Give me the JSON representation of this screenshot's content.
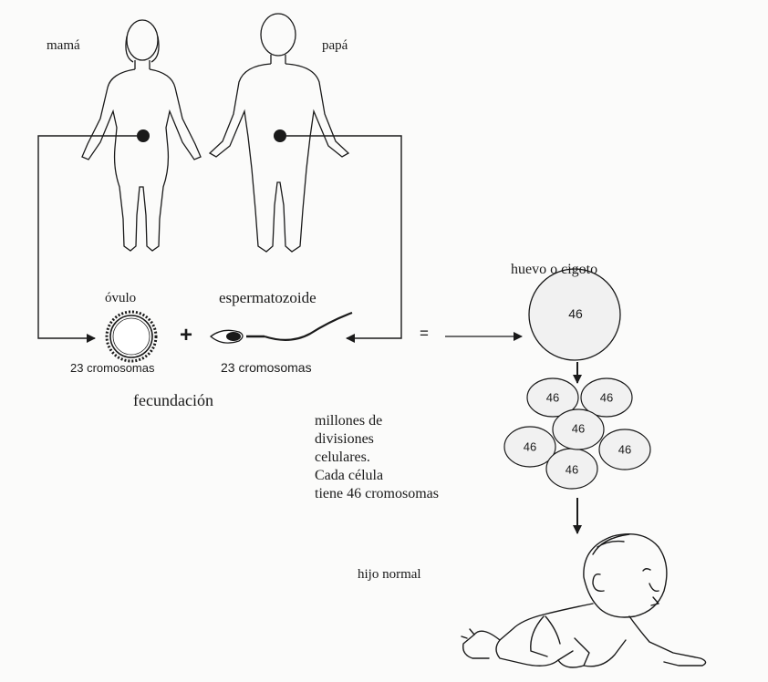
{
  "labels": {
    "mother": "mamá",
    "father": "papá",
    "ovum": "óvulo",
    "sperm": "espermatozoide",
    "ovum_chromosomes": "23 cromosomas",
    "sperm_chromosomes": "23 cromosomas",
    "fertilization": "fecundación",
    "zygote": "huevo o cigoto",
    "child": "hijo normal",
    "plus": "+",
    "equals": "="
  },
  "division_text": [
    "millones de",
    "divisiones",
    "celulares.",
    "Cada célula",
    "tiene 46 cromosomas"
  ],
  "zygote_chromosomes": "46",
  "cells": [
    "46",
    "46",
    "46",
    "46",
    "46",
    "46"
  ],
  "colors": {
    "ink": "#1a1a1a",
    "cell_fill": "#f1f1f1",
    "background": "#fbfbfa"
  }
}
